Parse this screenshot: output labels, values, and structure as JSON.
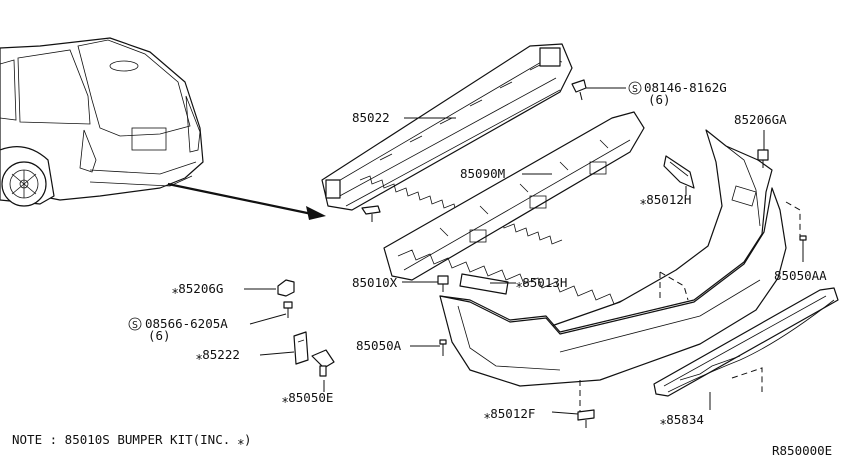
{
  "labels": {
    "p85022": "85022",
    "p08146": "08146-8162G",
    "p08146_qty": "(6)",
    "p85206GA": "85206GA",
    "p85090M": "85090M",
    "p85012H": "⁎85012H",
    "p85050AA": "85050AA",
    "p85206G": "⁎85206G",
    "p85010X": "85010X",
    "p85013H": "⁎85013H",
    "p08566": "08566-6205A",
    "p08566_qty": "(6)",
    "p85222": "⁎85222",
    "p85050A": "85050A",
    "p85050E": "⁎85050E",
    "p85012F": "⁎85012F",
    "p85834": "⁎85834",
    "screw_symbol": "S"
  },
  "note": "NOTE : 85010S BUMPER KIT(INC. ⁎)",
  "ref_code": "R850000E"
}
